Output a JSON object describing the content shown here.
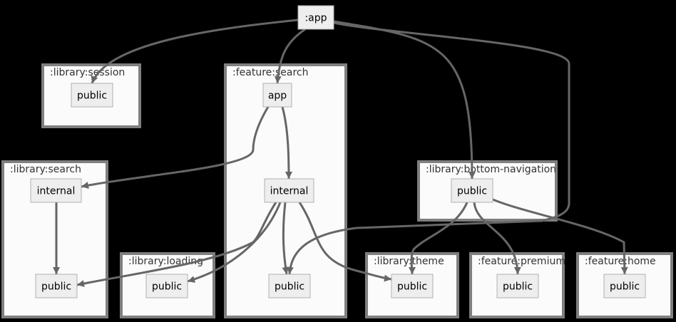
{
  "diagram": {
    "root": {
      "id": "app_root",
      "label": ":app"
    },
    "clusters": [
      {
        "id": "library_session",
        "label": ":library:session",
        "nodes": [
          {
            "id": "session_public",
            "label": "public"
          }
        ]
      },
      {
        "id": "feature_search",
        "label": ":feature:search",
        "nodes": [
          {
            "id": "fs_app",
            "label": "app"
          },
          {
            "id": "fs_internal",
            "label": "internal"
          },
          {
            "id": "fs_public",
            "label": "public"
          }
        ]
      },
      {
        "id": "library_search",
        "label": ":library:search",
        "nodes": [
          {
            "id": "ls_internal",
            "label": "internal"
          },
          {
            "id": "ls_public",
            "label": "public"
          }
        ]
      },
      {
        "id": "library_bottom_navigation",
        "label": ":library:bottom-navigation",
        "nodes": [
          {
            "id": "bn_public",
            "label": "public"
          }
        ]
      },
      {
        "id": "library_loading",
        "label": ":library:loading",
        "nodes": [
          {
            "id": "lo_public",
            "label": "public"
          }
        ]
      },
      {
        "id": "library_theme",
        "label": ":library:theme",
        "nodes": [
          {
            "id": "th_public",
            "label": "public"
          }
        ]
      },
      {
        "id": "feature_premium",
        "label": ":feature:premium",
        "nodes": [
          {
            "id": "pr_public",
            "label": "public"
          }
        ]
      },
      {
        "id": "feature_home",
        "label": ":feature:home",
        "nodes": [
          {
            "id": "ho_public",
            "label": "public"
          }
        ]
      }
    ],
    "edges": [
      {
        "from": "app_root",
        "to": "session_public"
      },
      {
        "from": "app_root",
        "to": "fs_app"
      },
      {
        "from": "app_root",
        "to": "bn_public"
      },
      {
        "from": "app_root",
        "to": "fs_public"
      },
      {
        "from": "fs_app",
        "to": "fs_internal"
      },
      {
        "from": "fs_app",
        "to": "ls_internal"
      },
      {
        "from": "ls_internal",
        "to": "ls_public"
      },
      {
        "from": "fs_internal",
        "to": "ls_public"
      },
      {
        "from": "fs_internal",
        "to": "lo_public"
      },
      {
        "from": "fs_internal",
        "to": "fs_public"
      },
      {
        "from": "fs_internal",
        "to": "th_public"
      },
      {
        "from": "bn_public",
        "to": "th_public"
      },
      {
        "from": "bn_public",
        "to": "pr_public"
      },
      {
        "from": "bn_public",
        "to": "ho_public"
      }
    ],
    "colors": {
      "background": "#000000",
      "cluster_fill": "#fbfbfb",
      "cluster_border": "#7f7f7f",
      "node_fill": "#eeeeee",
      "node_border": "#b0b0b0",
      "edge": "#666666"
    }
  }
}
